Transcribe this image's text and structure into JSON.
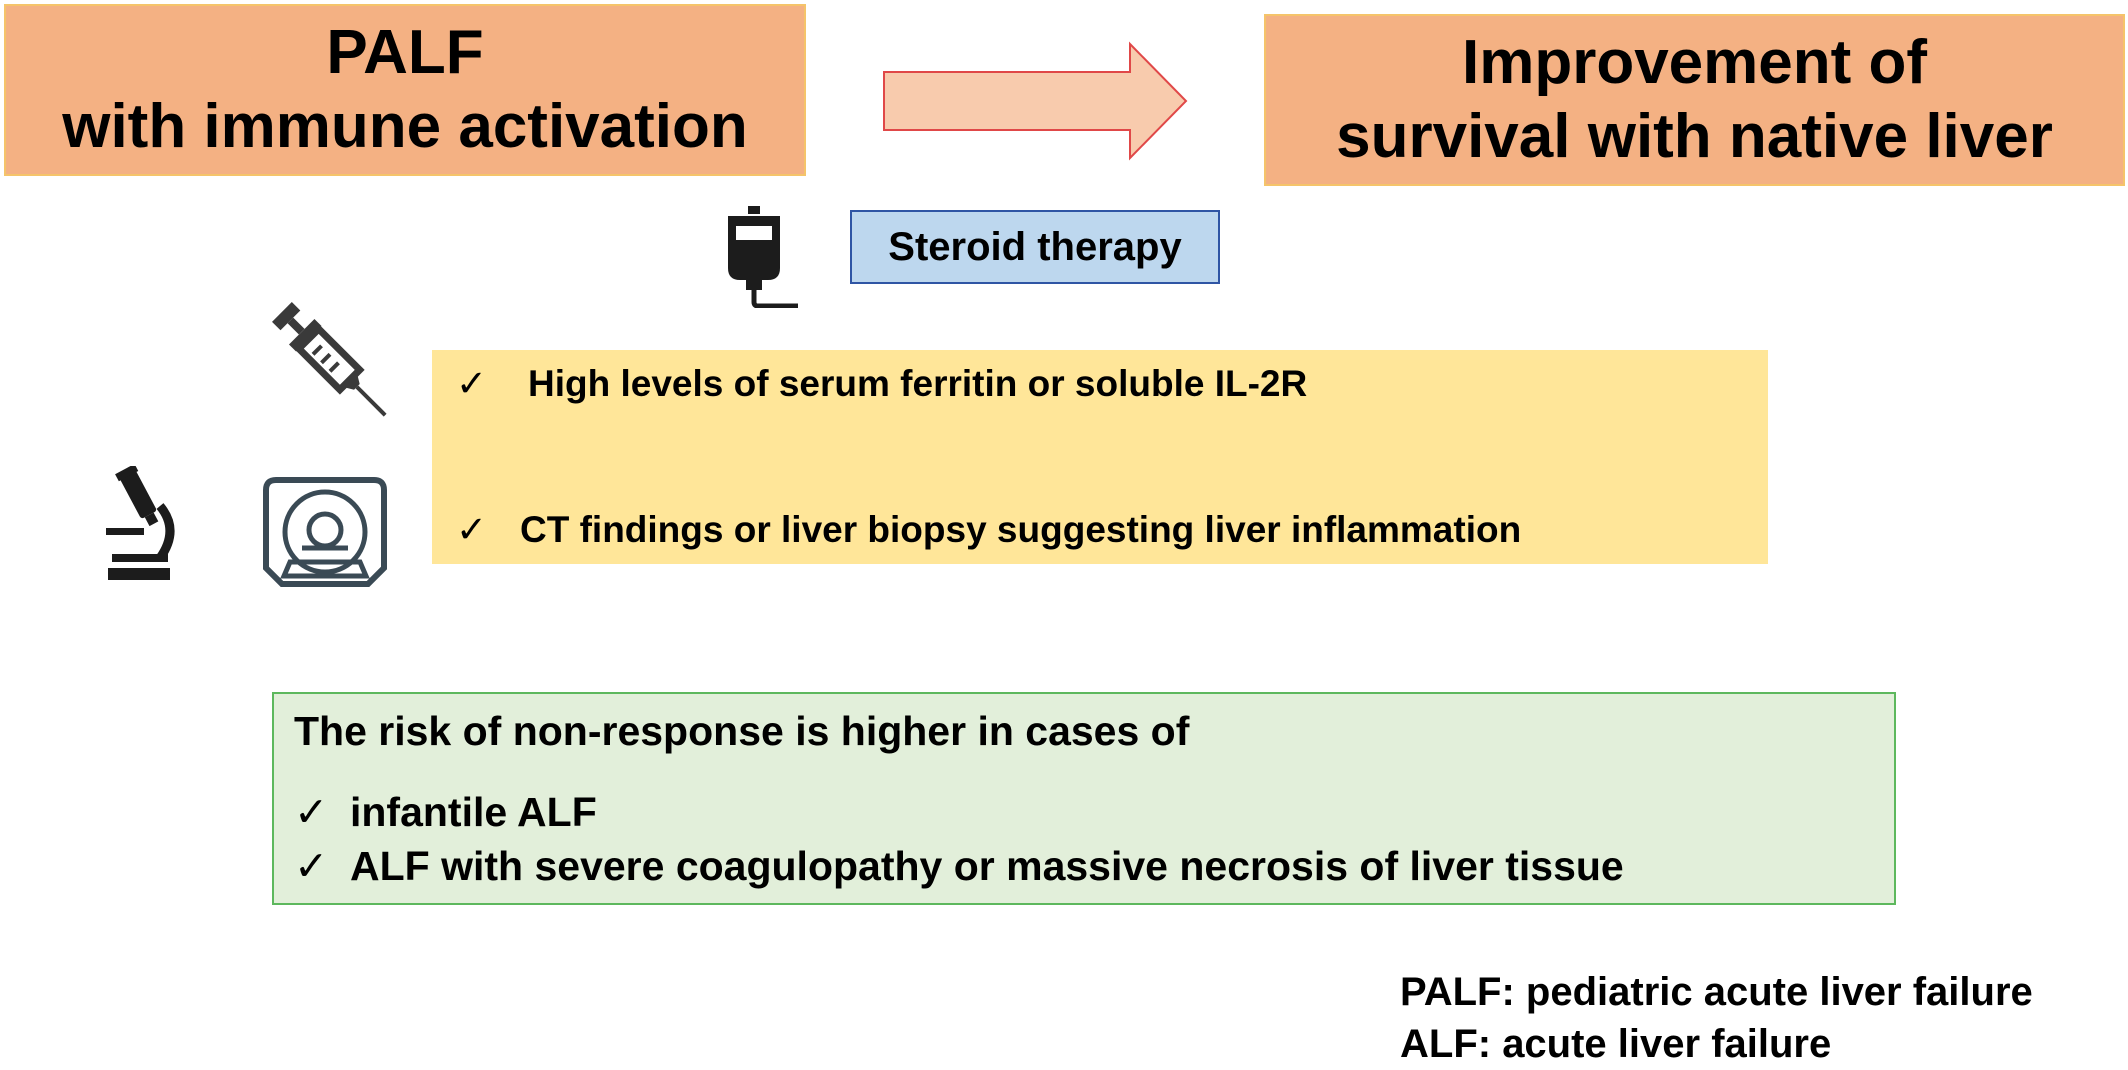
{
  "palf_box": {
    "line1": "PALF",
    "line2": "with immune activation"
  },
  "outcome_box": {
    "line1": "Improvement of",
    "line2": "survival with native liver"
  },
  "therapy": {
    "label": "Steroid therapy"
  },
  "criteria": {
    "items": [
      "High levels of serum ferritin or soluble IL-2R",
      "CT findings or liver biopsy suggesting liver inflammation"
    ]
  },
  "risk": {
    "title": "The risk of non-response is higher in cases of",
    "items": [
      "infantile ALF",
      "ALF with severe coagulopathy or massive necrosis of liver tissue"
    ]
  },
  "abbreviations": {
    "palf": "PALF: pediatric acute liver failure",
    "alf": "ALF: acute liver failure"
  },
  "glyphs": {
    "check": "✓"
  },
  "icons": [
    "iv-drip-icon",
    "syringe-icon",
    "microscope-icon",
    "ct-scanner-icon"
  ],
  "colors": {
    "orange_fill": "#f4b183",
    "orange_border": "#f5c46a",
    "blue_fill": "#bdd7ee",
    "blue_border": "#2f55a4",
    "yellow_fill": "#ffe699",
    "green_fill": "#e2efda",
    "green_border": "#5db85d",
    "arrow_fill": "#f8cbad",
    "arrow_border": "#e04848",
    "icon_dark": "#1c1c1c",
    "icon_slate": "#3a4a55"
  }
}
